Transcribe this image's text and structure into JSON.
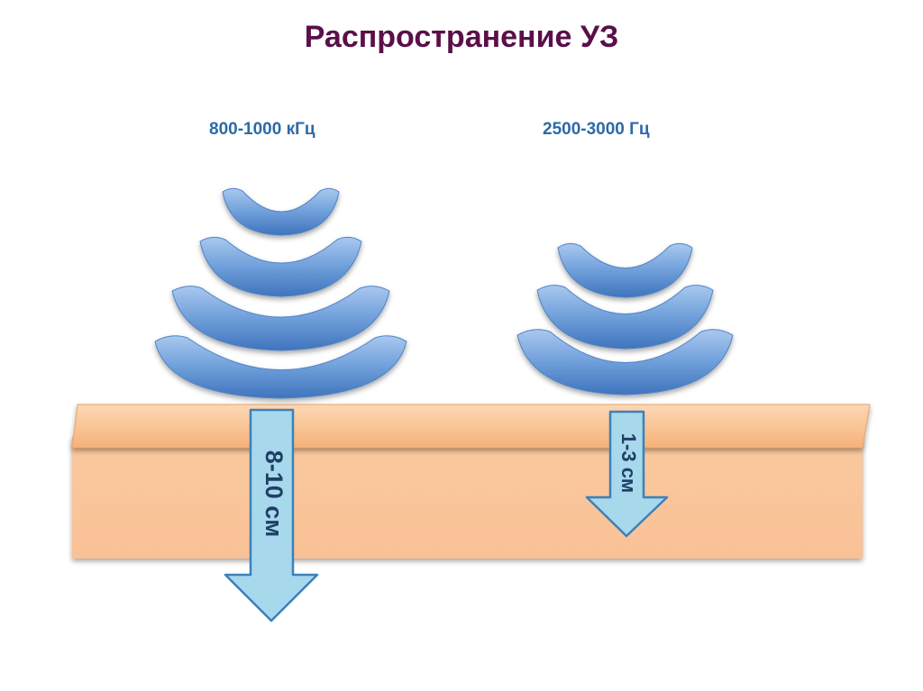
{
  "title": "Распространение УЗ",
  "left": {
    "frequency": "800-1000 кГц",
    "depth": "8-10 см",
    "wave_count": 4
  },
  "right": {
    "frequency": "2500-3000 Гц",
    "depth": "1-3 см",
    "wave_count": 3
  },
  "colors": {
    "title": "#5b0f4a",
    "label": "#2c6aa8",
    "wave": "#6f9fda",
    "tissue": "#fbc79b",
    "arrow": "#a8d8ec"
  }
}
